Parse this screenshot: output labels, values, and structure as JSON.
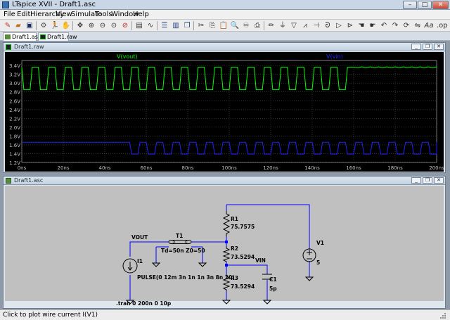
{
  "window": {
    "title": "LTspice XVII - Draft1.asc"
  },
  "menu": [
    "File",
    "Edit",
    "Hierarchy",
    "View",
    "Simulate",
    "Tools",
    "Window",
    "Help"
  ],
  "tabs": [
    {
      "label": "Draft1.asc",
      "active": true
    },
    {
      "label": "Draft1.raw",
      "active": false
    }
  ],
  "waveform": {
    "title": "Draft1.raw",
    "traces": [
      {
        "name": "V(vout)",
        "color": "#00ff00"
      },
      {
        "name": "V(vin)",
        "color": "#2020ff"
      }
    ],
    "y_ticks": [
      "3.4V",
      "3.2V",
      "3.0V",
      "2.8V",
      "2.6V",
      "2.4V",
      "2.2V",
      "2.0V",
      "1.8V",
      "1.6V",
      "1.4V",
      "1.2V"
    ],
    "x_ticks": [
      "0ns",
      "20ns",
      "40ns",
      "60ns",
      "80ns",
      "100ns",
      "120ns",
      "140ns",
      "160ns",
      "180ns",
      "200ns"
    ],
    "grid_color": "#505050"
  },
  "chart_data": {
    "type": "line",
    "xlabel": "",
    "ylabel": "",
    "xlim": [
      0,
      200
    ],
    "ylim": [
      1.2,
      3.45
    ],
    "grid": true,
    "x_unit": "ns",
    "y_unit": "V",
    "series": [
      {
        "name": "V(vout)",
        "pulse_high": 3.36,
        "pulse_low": 2.85,
        "period": 8,
        "delay": 0,
        "rise": 1,
        "width": 3,
        "fall": 1,
        "stop": 160,
        "steady_after_stop": 3.36
      },
      {
        "name": "V(vin)",
        "pulse_high": 1.66,
        "pulse_low": 1.39,
        "period": 8,
        "delay": 52,
        "rise": 1,
        "width": 3,
        "fall": 1,
        "steady_before_delay": 1.66
      }
    ]
  },
  "schematic": {
    "title": "Draft1.asc",
    "labels": {
      "vout": "VOUT",
      "vin": "VIN",
      "t1_name": "T1",
      "t1_value": "Td=50n Z0=50",
      "i1_name": "I1",
      "i1_value": "PULSE(0 12m 3n 1n 1n 3n 8n 20)",
      "r1_name": "R1",
      "r1_value": "75.7575",
      "r2_name": "R2",
      "r2_value": "73.5294",
      "r3_name": "R3",
      "r3_value": "73.5294",
      "c1_name": "C1",
      "c1_value": "5p",
      "v1_name": "V1",
      "v1_value": "5",
      "directive": ".tran 0 200n 0 10p"
    },
    "wire_color": "#0000ff",
    "component_color": "#000000"
  },
  "statusbar": {
    "text": "Click to plot wire current I(V1)"
  }
}
